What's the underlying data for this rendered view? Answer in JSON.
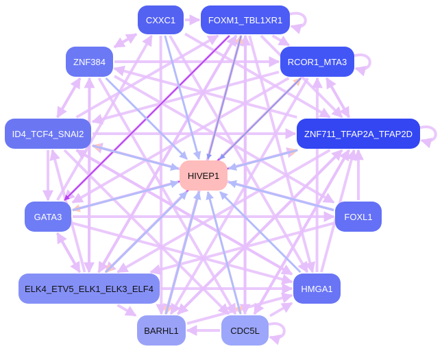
{
  "diagram": {
    "type": "gene regulatory network",
    "center_node": "HIVEP1",
    "nodes": [
      {
        "id": "CXXC1",
        "label": "CXXC1",
        "fill": "#5462f2",
        "text": "light"
      },
      {
        "id": "FOXM1_TBL1XR1",
        "label": "FOXM1_TBL1XR1",
        "fill": "#4c5cf5",
        "text": "light"
      },
      {
        "id": "ZNF384",
        "label": "ZNF384",
        "fill": "#6b79f5",
        "text": "light"
      },
      {
        "id": "RCOR1_MTA3",
        "label": "RCOR1_MTA3",
        "fill": "#4256f6",
        "text": "light"
      },
      {
        "id": "ID4_TCF4_SNAI2",
        "label": "ID4_TCF4_SNAI2",
        "fill": "#6b77f2",
        "text": "light"
      },
      {
        "id": "ZNF711_TFAP2A_TFAP2D",
        "label": "ZNF711_TFAP2A_TFAP2D",
        "fill": "#3346f2",
        "text": "light"
      },
      {
        "id": "HIVEP1",
        "label": "HIVEP1",
        "fill": "#ffbcbc",
        "text": "dark"
      },
      {
        "id": "GATA3",
        "label": "GATA3",
        "fill": "#6e7cf5",
        "text": "light"
      },
      {
        "id": "FOXL1",
        "label": "FOXL1",
        "fill": "#6470f5",
        "text": "light"
      },
      {
        "id": "ELK4_ETV5_ELK1_ELK3_ELF4",
        "label": "ELK4_ETV5_ELK1_ELK3_ELF4",
        "fill": "#8590f7",
        "text": "dark"
      },
      {
        "id": "HMGA1",
        "label": "HMGA1",
        "fill": "#6975f5",
        "text": "light"
      },
      {
        "id": "BARHL1",
        "label": "BARHL1",
        "fill": "#9aa2f8",
        "text": "dark"
      },
      {
        "id": "CDC5L",
        "label": "CDC5L",
        "fill": "#9ca6fa",
        "text": "dark"
      }
    ],
    "edge_colors": {
      "default": "#e6c0fb",
      "strong": "#b83ef0",
      "to_center": "#b4bcfb",
      "to_center_dark": "#8c96f5",
      "from_center": "#ffc8be"
    },
    "edges": [
      {
        "from": "CXXC1",
        "to": "FOXM1_TBL1XR1",
        "kind": "default"
      },
      {
        "from": "FOXM1_TBL1XR1",
        "to": "FOXM1_TBL1XR1",
        "kind": "default"
      },
      {
        "from": "RCOR1_MTA3",
        "to": "RCOR1_MTA3",
        "kind": "default"
      },
      {
        "from": "ZNF711_TFAP2A_TFAP2D",
        "to": "ZNF711_TFAP2A_TFAP2D",
        "kind": "default"
      },
      {
        "from": "CDC5L",
        "to": "CDC5L",
        "kind": "default"
      },
      {
        "from": "CDC5L",
        "to": "BARHL1",
        "kind": "default"
      },
      {
        "from": "CDC5L",
        "to": "HMGA1",
        "kind": "default"
      },
      {
        "from": "ID4_TCF4_SNAI2",
        "to": "GATA3",
        "kind": "default"
      },
      {
        "from": "GATA3",
        "to": "ELK4_ETV5_ELK1_ELK3_ELF4",
        "kind": "default"
      },
      {
        "from": "ELK4_ETV5_ELK1_ELK3_ELF4",
        "to": "GATA3",
        "kind": "default"
      },
      {
        "from": "ELK4_ETV5_ELK1_ELK3_ELF4",
        "to": "BARHL1",
        "kind": "default"
      },
      {
        "from": "FOXL1",
        "to": "ZNF711_TFAP2A_TFAP2D",
        "kind": "default"
      },
      {
        "from": "RCOR1_MTA3",
        "to": "ZNF711_TFAP2A_TFAP2D",
        "kind": "default"
      },
      {
        "from": "ZNF711_TFAP2A_TFAP2D",
        "to": "RCOR1_MTA3",
        "kind": "default"
      },
      {
        "from": "ZNF384",
        "to": "CXXC1",
        "kind": "default"
      },
      {
        "from": "CXXC1",
        "to": "ZNF384",
        "kind": "default"
      },
      {
        "from": "ZNF384",
        "to": "ID4_TCF4_SNAI2",
        "kind": "default"
      },
      {
        "from": "ID4_TCF4_SNAI2",
        "to": "ZNF384",
        "kind": "default"
      },
      {
        "from": "FOXM1_TBL1XR1",
        "to": "RCOR1_MTA3",
        "kind": "default"
      },
      {
        "from": "ZNF384",
        "to": "RCOR1_MTA3",
        "kind": "default"
      },
      {
        "from": "ID4_TCF4_SNAI2",
        "to": "ZNF711_TFAP2A_TFAP2D",
        "kind": "default"
      },
      {
        "from": "GATA3",
        "to": "FOXL1",
        "kind": "default"
      },
      {
        "from": "ELK4_ETV5_ELK1_ELK3_ELF4",
        "to": "HMGA1",
        "kind": "default"
      },
      {
        "from": "FOXM1_TBL1XR1",
        "to": "ELK4_ETV5_ELK1_ELK3_ELF4",
        "kind": "default"
      },
      {
        "from": "FOXM1_TBL1XR1",
        "to": "CDC5L",
        "kind": "default"
      },
      {
        "from": "FOXM1_TBL1XR1",
        "to": "HMGA1",
        "kind": "default"
      },
      {
        "from": "FOXM1_TBL1XR1",
        "to": "GATA3",
        "kind": "default"
      },
      {
        "from": "CXXC1",
        "to": "BARHL1",
        "kind": "default"
      },
      {
        "from": "CXXC1",
        "to": "HMGA1",
        "kind": "default"
      },
      {
        "from": "CXXC1",
        "to": "ZNF711_TFAP2A_TFAP2D",
        "kind": "default"
      },
      {
        "from": "ZNF384",
        "to": "ELK4_ETV5_ELK1_ELK3_ELF4",
        "kind": "default"
      },
      {
        "from": "ZNF384",
        "to": "CDC5L",
        "kind": "default"
      },
      {
        "from": "ZNF384",
        "to": "FOXL1",
        "kind": "default"
      },
      {
        "from": "RCOR1_MTA3",
        "to": "ELK4_ETV5_ELK1_ELK3_ELF4",
        "kind": "default"
      },
      {
        "from": "RCOR1_MTA3",
        "to": "BARHL1",
        "kind": "default"
      },
      {
        "from": "RCOR1_MTA3",
        "to": "GATA3",
        "kind": "default"
      },
      {
        "from": "RCOR1_MTA3",
        "to": "ID4_TCF4_SNAI2",
        "kind": "default"
      },
      {
        "from": "ID4_TCF4_SNAI2",
        "to": "CDC5L",
        "kind": "default"
      },
      {
        "from": "ID4_TCF4_SNAI2",
        "to": "HMGA1",
        "kind": "default"
      },
      {
        "from": "ID4_TCF4_SNAI2",
        "to": "FOXM1_TBL1XR1",
        "kind": "default"
      },
      {
        "from": "ZNF711_TFAP2A_TFAP2D",
        "to": "ELK4_ETV5_ELK1_ELK3_ELF4",
        "kind": "default"
      },
      {
        "from": "ZNF711_TFAP2A_TFAP2D",
        "to": "BARHL1",
        "kind": "default"
      },
      {
        "from": "ZNF711_TFAP2A_TFAP2D",
        "to": "CDC5L",
        "kind": "default"
      },
      {
        "from": "ZNF711_TFAP2A_TFAP2D",
        "to": "ZNF384",
        "kind": "default"
      },
      {
        "from": "GATA3",
        "to": "ZNF711_TFAP2A_TFAP2D",
        "kind": "default"
      },
      {
        "from": "GATA3",
        "to": "HMGA1",
        "kind": "default"
      },
      {
        "from": "GATA3",
        "to": "CXXC1",
        "kind": "default"
      },
      {
        "from": "HMGA1",
        "to": "ZNF711_TFAP2A_TFAP2D",
        "kind": "default"
      },
      {
        "from": "HMGA1",
        "to": "RCOR1_MTA3",
        "kind": "default"
      },
      {
        "from": "HMGA1",
        "to": "ID4_TCF4_SNAI2",
        "kind": "default"
      },
      {
        "from": "CDC5L",
        "to": "FOXM1_TBL1XR1",
        "kind": "default"
      },
      {
        "from": "CDC5L",
        "to": "ZNF711_TFAP2A_TFAP2D",
        "kind": "default"
      },
      {
        "from": "BARHL1",
        "to": "FOXM1_TBL1XR1",
        "kind": "default"
      },
      {
        "from": "BARHL1",
        "to": "ZNF711_TFAP2A_TFAP2D",
        "kind": "default"
      },
      {
        "from": "BARHL1",
        "to": "HMGA1",
        "kind": "default"
      },
      {
        "from": "FOXL1",
        "to": "ELK4_ETV5_ELK1_ELK3_ELF4",
        "kind": "default"
      },
      {
        "from": "FOXL1",
        "to": "ID4_TCF4_SNAI2",
        "kind": "default"
      },
      {
        "from": "ELK4_ETV5_ELK1_ELK3_ELF4",
        "to": "FOXM1_TBL1XR1",
        "kind": "default"
      },
      {
        "from": "ELK4_ETV5_ELK1_ELK3_ELF4",
        "to": "ZNF384",
        "kind": "default"
      },
      {
        "from": "ELK4_ETV5_ELK1_ELK3_ELF4",
        "to": "ID4_TCF4_SNAI2",
        "kind": "default"
      },
      {
        "from": "FOXM1_TBL1XR1",
        "to": "ZNF711_TFAP2A_TFAP2D",
        "kind": "default"
      },
      {
        "from": "FOXM1_TBL1XR1",
        "to": "BARHL1",
        "kind": "default"
      },
      {
        "from": "RCOR1_MTA3",
        "to": "ELK4_ETV5_ELK1_ELK3_ELF4",
        "kind": "strong"
      },
      {
        "from": "ZNF711_TFAP2A_TFAP2D",
        "to": "GATA3",
        "kind": "strong"
      },
      {
        "from": "FOXM1_TBL1XR1",
        "to": "GATA3",
        "kind": "strong"
      },
      {
        "from": "ZNF384",
        "to": "HIVEP1",
        "kind": "to_center"
      },
      {
        "from": "CXXC1",
        "to": "HIVEP1",
        "kind": "to_center"
      },
      {
        "from": "FOXM1_TBL1XR1",
        "to": "HIVEP1",
        "kind": "to_center_dark"
      },
      {
        "from": "RCOR1_MTA3",
        "to": "HIVEP1",
        "kind": "to_center_dark"
      },
      {
        "from": "ID4_TCF4_SNAI2",
        "to": "HIVEP1",
        "kind": "to_center"
      },
      {
        "from": "GATA3",
        "to": "HIVEP1",
        "kind": "to_center"
      },
      {
        "from": "FOXL1",
        "to": "HIVEP1",
        "kind": "to_center"
      },
      {
        "from": "HMGA1",
        "to": "HIVEP1",
        "kind": "to_center"
      },
      {
        "from": "CDC5L",
        "to": "HIVEP1",
        "kind": "to_center"
      },
      {
        "from": "BARHL1",
        "to": "HIVEP1",
        "kind": "to_center"
      },
      {
        "from": "ELK4_ETV5_ELK1_ELK3_ELF4",
        "to": "HIVEP1",
        "kind": "to_center"
      },
      {
        "from": "ZNF711_TFAP2A_TFAP2D",
        "to": "HIVEP1",
        "kind": "to_center"
      },
      {
        "from": "HIVEP1",
        "to": "FOXM1_TBL1XR1",
        "kind": "from_center"
      },
      {
        "from": "HIVEP1",
        "to": "RCOR1_MTA3",
        "kind": "from_center"
      },
      {
        "from": "HIVEP1",
        "to": "ID4_TCF4_SNAI2",
        "kind": "from_center"
      },
      {
        "from": "HIVEP1",
        "to": "GATA3",
        "kind": "from_center"
      },
      {
        "from": "HIVEP1",
        "to": "ELK4_ETV5_ELK1_ELK3_ELF4",
        "kind": "from_center"
      },
      {
        "from": "HIVEP1",
        "to": "BARHL1",
        "kind": "from_center"
      },
      {
        "from": "HIVEP1",
        "to": "CDC5L",
        "kind": "from_center"
      },
      {
        "from": "HIVEP1",
        "to": "ZNF711_TFAP2A_TFAP2D",
        "kind": "from_center"
      }
    ]
  }
}
